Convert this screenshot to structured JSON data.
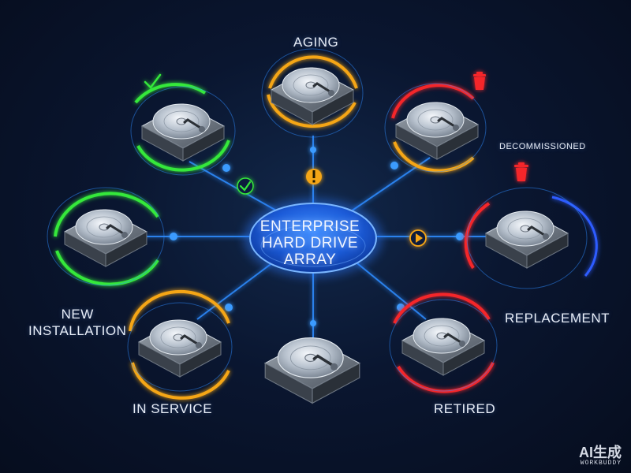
{
  "diagram": {
    "center": {
      "line1": "ENTERPRISE",
      "line2": "HARD DRIVE",
      "line3": "ARRAY"
    },
    "stages": [
      {
        "id": "new",
        "label_line1": "NEW",
        "label_line2": "INSTALLATION",
        "status": "healthy",
        "color": "#35e83a",
        "badge": "checkmark-icon"
      },
      {
        "id": "in-service",
        "label": "IN SERVICE",
        "status": "warning",
        "color": "#f5a614"
      },
      {
        "id": "aging",
        "label": "AGING",
        "status": "warning",
        "color": "#f5a614"
      },
      {
        "id": "healthy-top-left",
        "status": "healthy",
        "color": "#35e83a",
        "badge": "checkmark-icon"
      },
      {
        "id": "decommissioned",
        "label": "DECOMMISSIONED",
        "status": "critical",
        "color": "#f5282a",
        "badge": "trash-icon"
      },
      {
        "id": "replacement",
        "label": "REPLACEMENT",
        "status": "critical",
        "color": "#f5282a",
        "badge": "trash-icon"
      },
      {
        "id": "retired",
        "label": "RETIRED",
        "status": "critical",
        "color": "#f5282a"
      },
      {
        "id": "bottom",
        "status": "neutral",
        "color": "#4a90ff"
      }
    ],
    "connector_badges": [
      "checkmark-icon",
      "exclamation-icon",
      "play-icon"
    ],
    "colors": {
      "link": "#2d8cff",
      "node": "#1f5fd6",
      "background": "#0a1630"
    }
  },
  "watermark": {
    "main": "AI生成",
    "sub": "WORKBUDDY"
  }
}
